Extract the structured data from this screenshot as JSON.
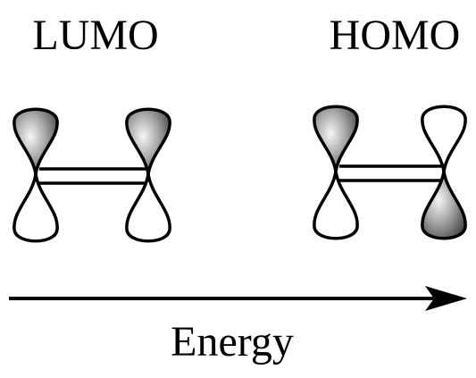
{
  "labels": {
    "lumo": "LUMO",
    "homo": "HOMO",
    "energy": "Energy"
  },
  "colors": {
    "shaded_lobe": "#7a7a7a",
    "empty_lobe": "#ffffff",
    "line": "#000000"
  },
  "orbitals": {
    "lumo": {
      "left": {
        "top": "shaded",
        "bottom": "empty"
      },
      "right": {
        "top": "shaded",
        "bottom": "empty"
      }
    },
    "homo": {
      "left": {
        "top": "shaded",
        "bottom": "empty"
      },
      "right": {
        "top": "empty",
        "bottom": "shaded"
      }
    }
  },
  "arrow": {
    "direction": "right"
  }
}
